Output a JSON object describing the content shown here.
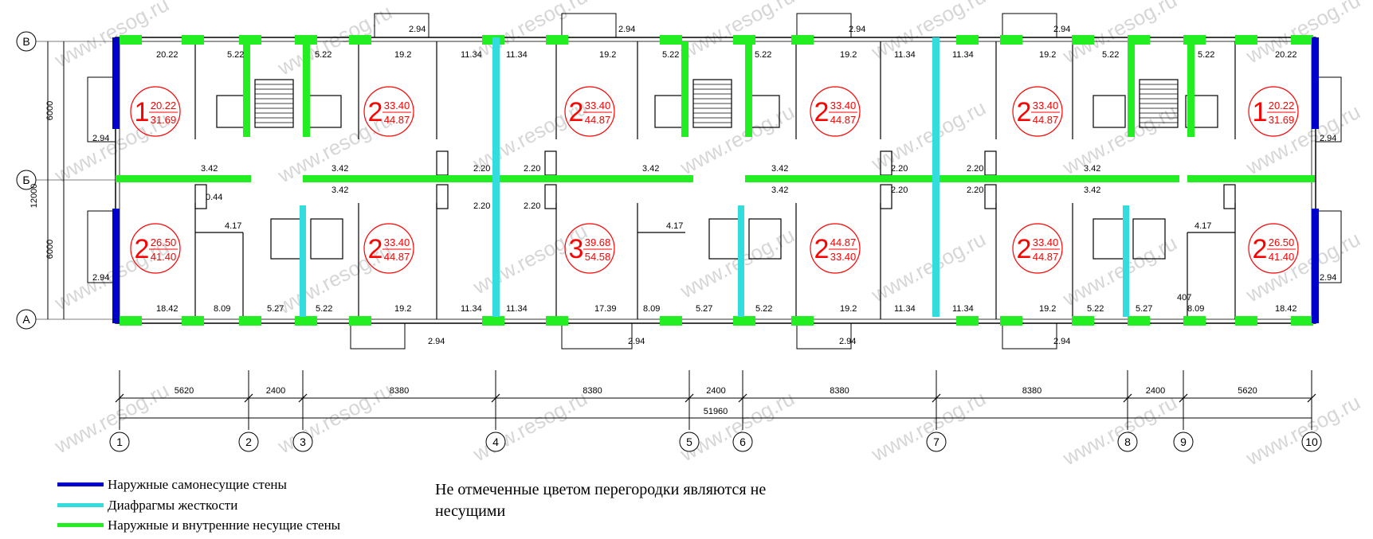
{
  "watermark": "www.resog.ru",
  "grid_rows": [
    {
      "label": "В",
      "dim": "6000"
    },
    {
      "label": "Б",
      "dim": "12000"
    },
    {
      "label": "А",
      "dim": "6000"
    }
  ],
  "grid_cols": [
    "1",
    "2",
    "3",
    "4",
    "5",
    "6",
    "7",
    "8",
    "9",
    "10"
  ],
  "spans": [
    "5620",
    "2400",
    "8380",
    "8380",
    "2400",
    "8380",
    "8380",
    "2400",
    "5620"
  ],
  "total_length": "51960",
  "colors": {
    "self_supporting": "#0000cc",
    "diaphragm": "#33dddd",
    "load_bearing": "#22ee22",
    "apartment_marks": "#ff0000"
  },
  "apartments_top": [
    {
      "rooms": "1",
      "living": "20.22",
      "total": "31.69"
    },
    {
      "rooms": "2",
      "living": "33.40",
      "total": "44.87"
    },
    {
      "rooms": "2",
      "living": "33.40",
      "total": "44.87"
    },
    {
      "rooms": "2",
      "living": "33.40",
      "total": "44.87"
    },
    {
      "rooms": "2",
      "living": "33.40",
      "total": "44.87"
    },
    {
      "rooms": "1",
      "living": "20.22",
      "total": "31.69"
    }
  ],
  "apartments_bottom": [
    {
      "rooms": "2",
      "living": "26.50",
      "total": "41.40"
    },
    {
      "rooms": "2",
      "living": "33.40",
      "total": "44.87"
    },
    {
      "rooms": "3",
      "living": "39.68",
      "total": "54.58"
    },
    {
      "rooms": "2",
      "living": "44.87",
      "total": "33.40"
    },
    {
      "rooms": "2",
      "living": "33.40",
      "total": "44.87"
    },
    {
      "rooms": "2",
      "living": "26.50",
      "total": "41.40"
    }
  ],
  "room_labels_top": [
    "20.22",
    "5.22",
    "5.22",
    "19.2",
    "11.34",
    "11.34",
    "19.2",
    "5.22",
    "5.22",
    "19.2",
    "11.34",
    "11.34",
    "19.2",
    "5.22",
    "5.22",
    "20.22"
  ],
  "room_labels_bottom": [
    "18.42",
    "8.09",
    "5.27",
    "5.22",
    "19.2",
    "11.34",
    "11.34",
    "17.39",
    "8.09",
    "5.27",
    "5.22",
    "19.2",
    "11.34",
    "11.34",
    "19.2",
    "5.22",
    "5.27",
    "8.09",
    "18.42"
  ],
  "corridor_labels": [
    "3.42",
    "3.42",
    "3.42",
    "2.20",
    "2.20",
    "2.20",
    "2.20",
    "3.42",
    "3.42",
    "3.42",
    "2.20",
    "2.20",
    "2.20",
    "2.20",
    "3.42",
    "3.42",
    "0.44",
    "4.17",
    "4.17",
    "4.17",
    "407"
  ],
  "balcony_labels": [
    "2.94",
    "2.94",
    "2.94",
    "2.94",
    "2.94",
    "2.94",
    "2.94",
    "2.94",
    "2.94",
    "2.94",
    "2.94",
    "2.94"
  ],
  "legend": [
    {
      "text": "Наружные самонесущие стены"
    },
    {
      "text": "Диафрагмы жесткости"
    },
    {
      "text": "Наружные и внутренние несущие стены"
    }
  ],
  "note_line1": "Не отмеченные цветом перегородки являются не",
  "note_line2": "несущими"
}
